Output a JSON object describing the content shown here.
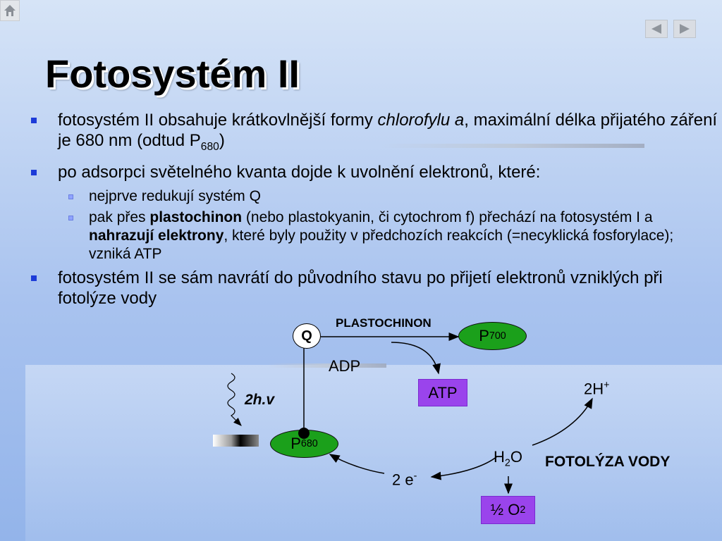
{
  "title": "Fotosystém II",
  "bullets": {
    "b1": {
      "t1": "fotosystém II obsahuje krátkovlnější formy ",
      "t2": "chlorofylu a",
      "t3": ", maximální délka přijatého záření je 680 nm (odtud P",
      "sub": "680",
      "t4": ")"
    },
    "b2": "po adsorpci světelného kvanta dojde k uvolnění elektronů, které:",
    "sub1": "nejprve redukují systém Q",
    "sub2": {
      "t1": "pak přes ",
      "t2": "plastochinon",
      "t3": " (nebo plastokyanin, či cytochrom f) přechází na fotosystém I a ",
      "t4": "nahrazují elektrony",
      "t5": ", které byly použity v předchozích reakcích (=necyklická fosforylace); vzniká ATP"
    },
    "b3": "fotosystém II se sám navrátí do původního stavu po přijetí elektronů vzniklých při fotolýze vody"
  },
  "diagram": {
    "q": "Q",
    "plastochinon": "PLASTOCHINON",
    "p700": {
      "base": "P",
      "sub": "700"
    },
    "adp": "ADP",
    "atp": "ATP",
    "light": "2h.v",
    "p680": {
      "base": "P",
      "sub": "680"
    },
    "h_plus": {
      "base": "2H",
      "sup": "+"
    },
    "water": {
      "a": "H",
      "sub": "2",
      "b": "O"
    },
    "fotolyza": "FOTOLÝZA VODY",
    "electrons": {
      "base": "2 e",
      "sup": "-"
    },
    "oxygen": {
      "a": "½ O",
      "sub": "2"
    }
  },
  "colors": {
    "accent_bullet": "#1c3bd8",
    "ellipse": "#1ba01b",
    "box": "#9a44ec"
  }
}
